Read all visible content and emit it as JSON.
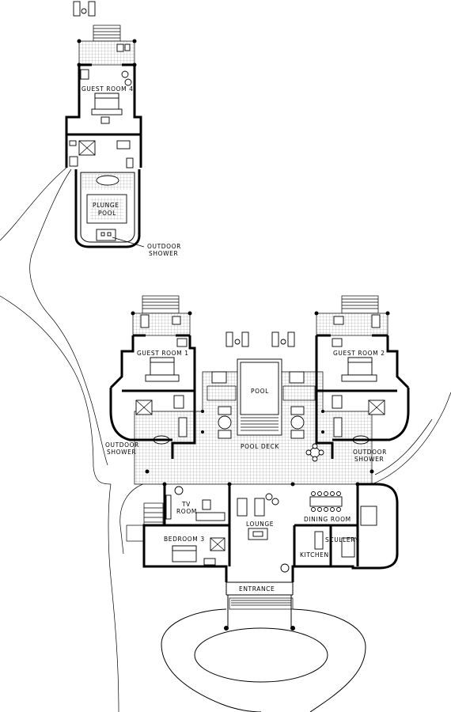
{
  "labels": {
    "guest_room_4": "GUEST ROOM 4",
    "plunge_pool_1": "PLUNGE",
    "plunge_pool_2": "POOL",
    "outdoor_shower_top_1": "OUTDOOR",
    "outdoor_shower_top_2": "SHOWER",
    "guest_room_1": "GUEST ROOM 1",
    "guest_room_2": "GUEST ROOM 2",
    "pool": "POOL",
    "outdoor_shower_left_1": "OUTDOOR",
    "outdoor_shower_left_2": "SHOWER",
    "outdoor_shower_right_1": "OUTDOOR",
    "outdoor_shower_right_2": "SHOWER",
    "pool_deck": "POOL DECK",
    "tv_room_1": "TV",
    "tv_room_2": "ROOM",
    "lounge": "LOUNGE",
    "dining_room": "DINING ROOM",
    "bedroom_3": "BEDROOM 3",
    "scullery": "SCULLERY",
    "kitchen": "KITCHEN",
    "entrance": "ENTRANCE"
  }
}
